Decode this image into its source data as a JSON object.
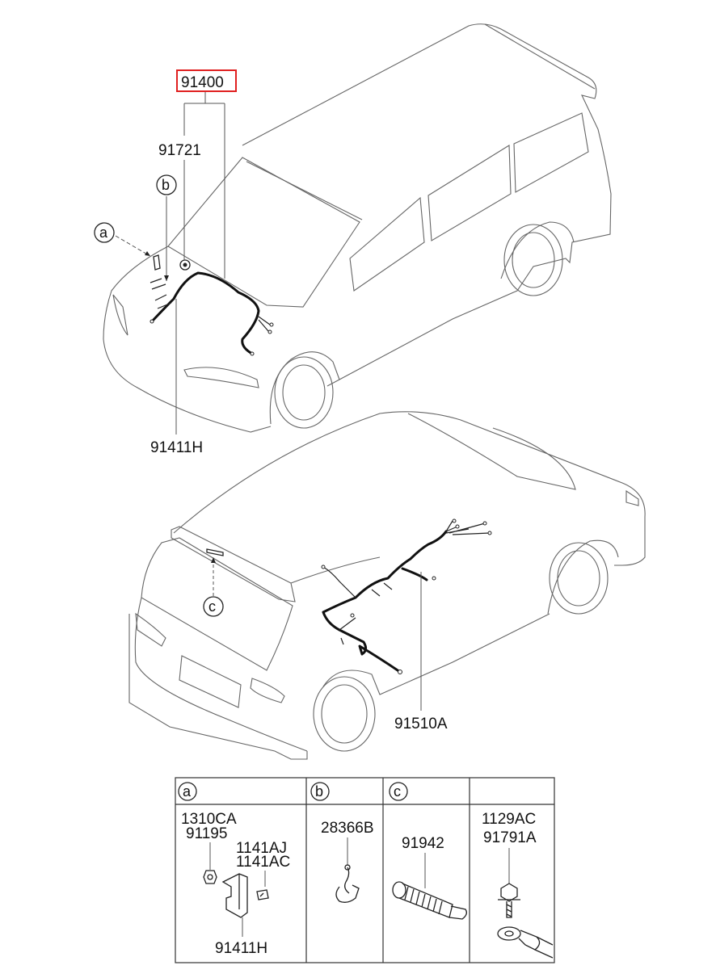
{
  "callouts": {
    "top_assembly": "91400",
    "front_harness_sub": "91721",
    "front_harness": "91411H",
    "rear_harness": "91510A"
  },
  "ref_markers": {
    "a": "a",
    "b": "b",
    "c": "c"
  },
  "parts_table": {
    "headers": [
      "a",
      "b",
      "c",
      ""
    ],
    "col_a": {
      "labels": [
        "1310CA",
        "91195",
        "1141AJ",
        "1141AC",
        "91411H"
      ]
    },
    "col_b": {
      "labels": [
        "28366B"
      ]
    },
    "col_c": {
      "labels": [
        "91942"
      ]
    },
    "col_d": {
      "labels": [
        "1129AC",
        "91791A"
      ]
    }
  },
  "colors": {
    "highlight_box": "#e02020",
    "lines": "#222222"
  }
}
